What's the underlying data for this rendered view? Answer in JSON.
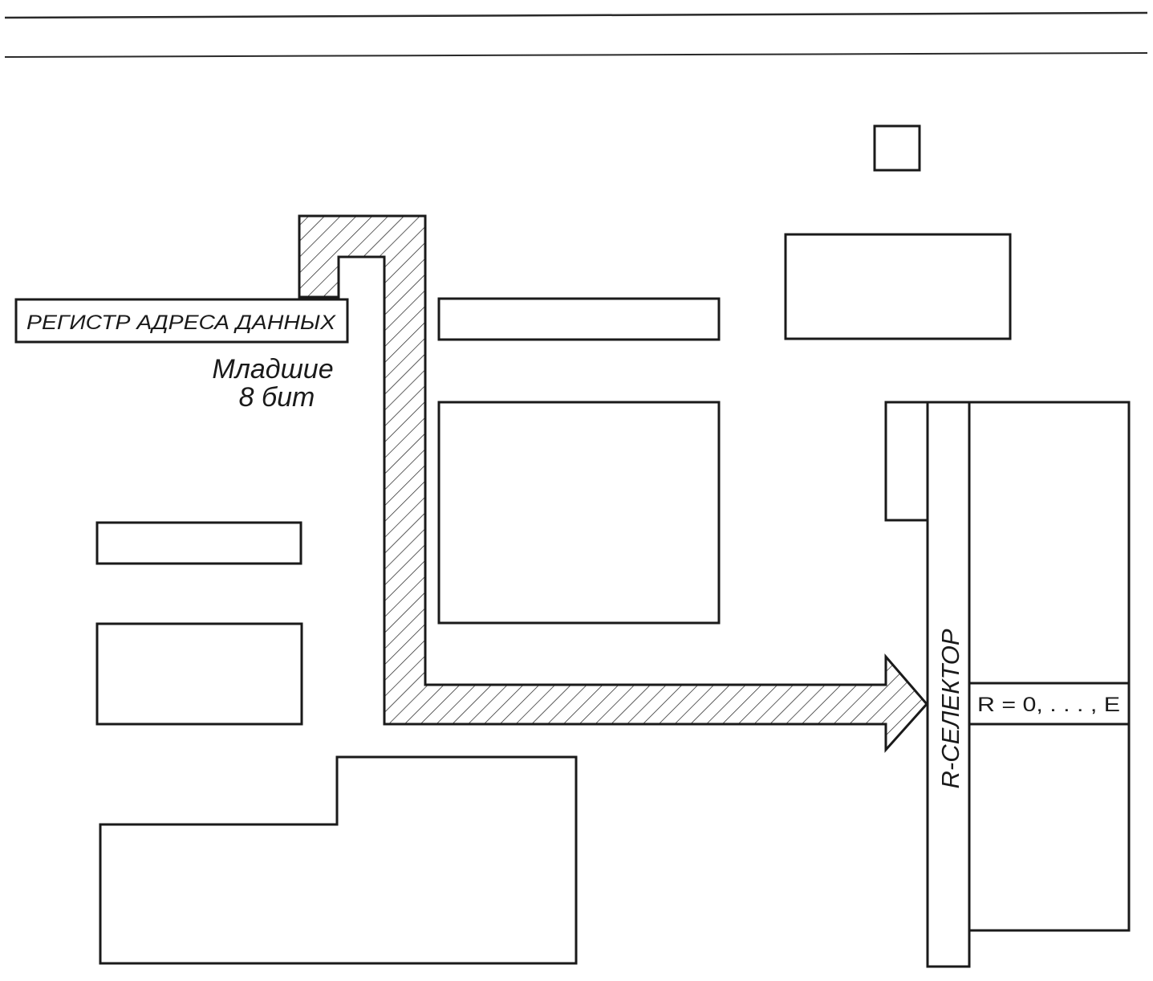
{
  "labels": {
    "data_address_register": "РЕГИСТР АДРЕСА ДАННЫХ",
    "low_bits_line1": "Младшие",
    "low_bits_line2": "8 бит",
    "r_selector": "R-СЕЛЕКТОР",
    "r_range": "R = 0, . . . , E"
  },
  "colors": {
    "ink": "#1a1a1a",
    "paper": "#ffffff"
  }
}
